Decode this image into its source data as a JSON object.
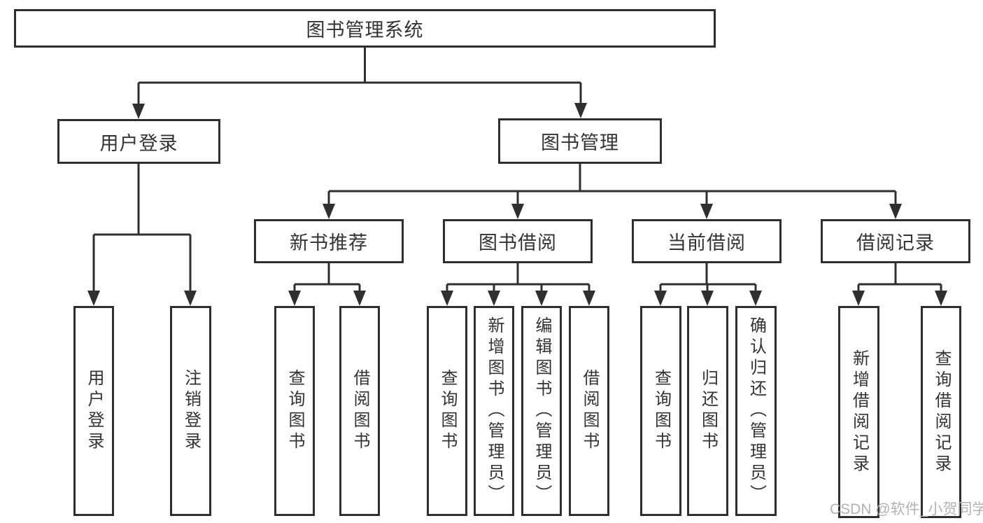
{
  "tree": {
    "root": "图书管理系统",
    "branches": [
      {
        "label": "用户登录",
        "leaves": [
          "用户登录",
          "注销登录"
        ]
      },
      {
        "label": "图书管理",
        "children": [
          {
            "label": "新书推荐",
            "leaves": [
              "查询图书",
              "借阅图书"
            ]
          },
          {
            "label": "图书借阅",
            "leaves": [
              "查询图书",
              "新增图书（管理员）",
              "编辑图书（管理员）",
              "借阅图书"
            ]
          },
          {
            "label": "当前借阅",
            "leaves": [
              "查询图书",
              "归还图书",
              "确认归还（管理员）"
            ]
          },
          {
            "label": "借阅记录",
            "leaves": [
              "新增借阅记录",
              "查询借阅记录"
            ]
          }
        ]
      }
    ]
  },
  "watermark": "CSDN @软件_小贺同学",
  "colors": {
    "line": "#2f2f2f",
    "box_border": "#2f2f2f",
    "text": "#333333",
    "watermark": "#b4b2b2",
    "background": "#ffffff"
  }
}
